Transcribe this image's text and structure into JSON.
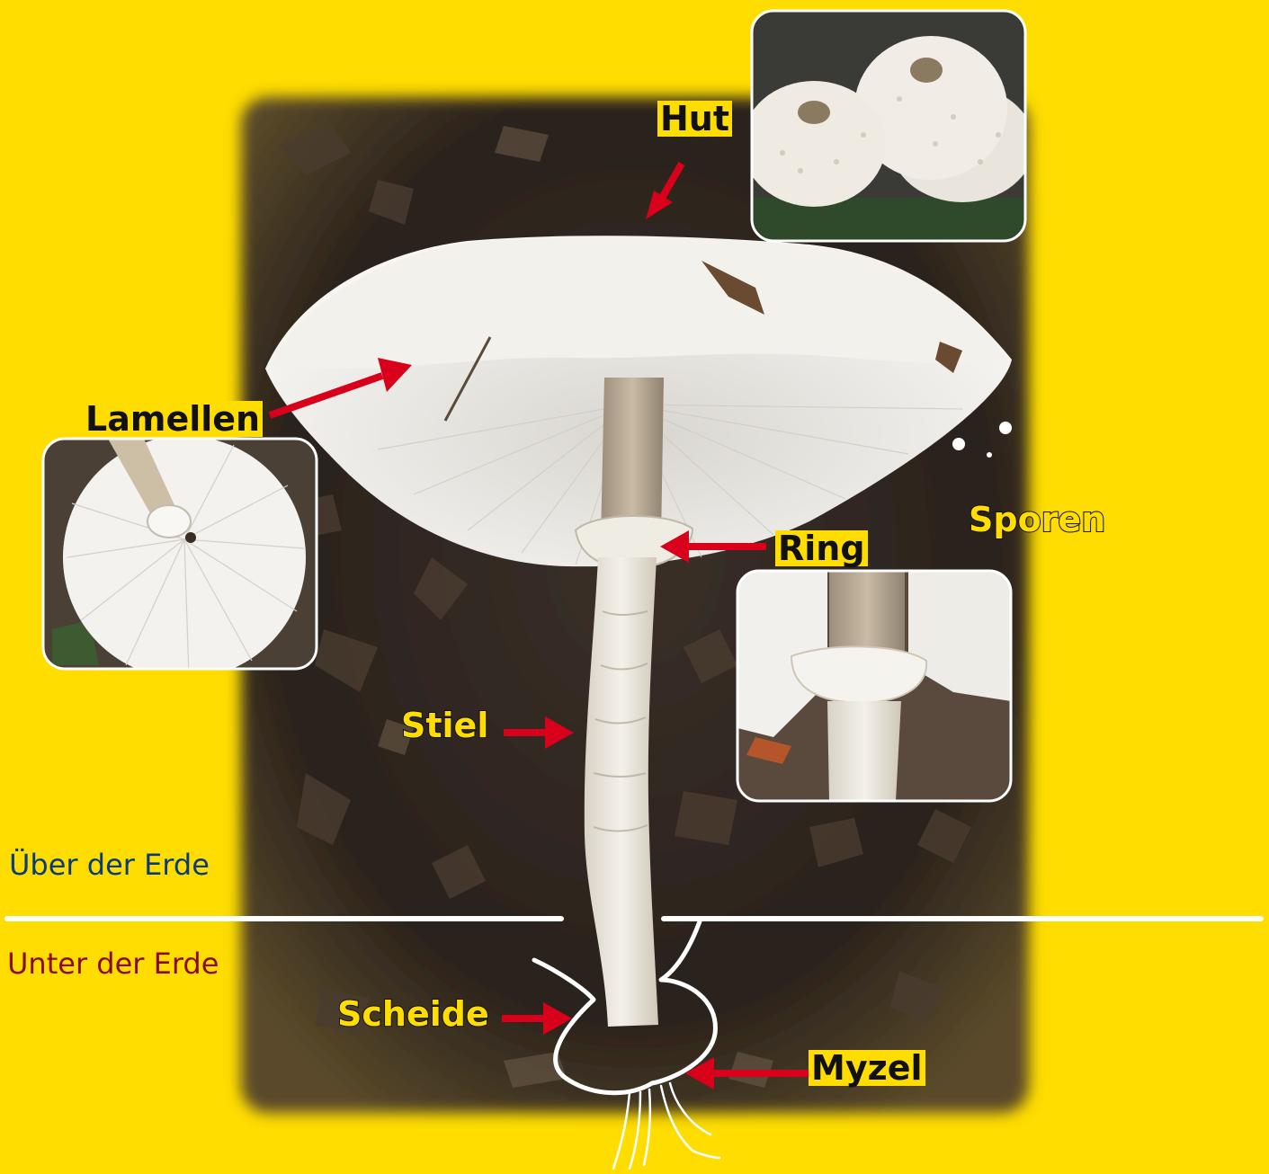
{
  "labels": {
    "hut": "Hut",
    "lamellen": "Lamellen",
    "sporen": "Sporen",
    "ring": "Ring",
    "stiel": "Stiel",
    "scheide": "Scheide",
    "myzel": "Myzel"
  },
  "zones": {
    "above": "Über der Erde",
    "below": "Unter der Erde"
  },
  "colors": {
    "background": "#FFDD00",
    "arrow": "#D8001A",
    "above_text": "#0B3C7A",
    "below_text": "#8B0A0A",
    "soil": "#2E2620",
    "mushroom": "#F2EFEA",
    "stem": "#B9A993"
  }
}
